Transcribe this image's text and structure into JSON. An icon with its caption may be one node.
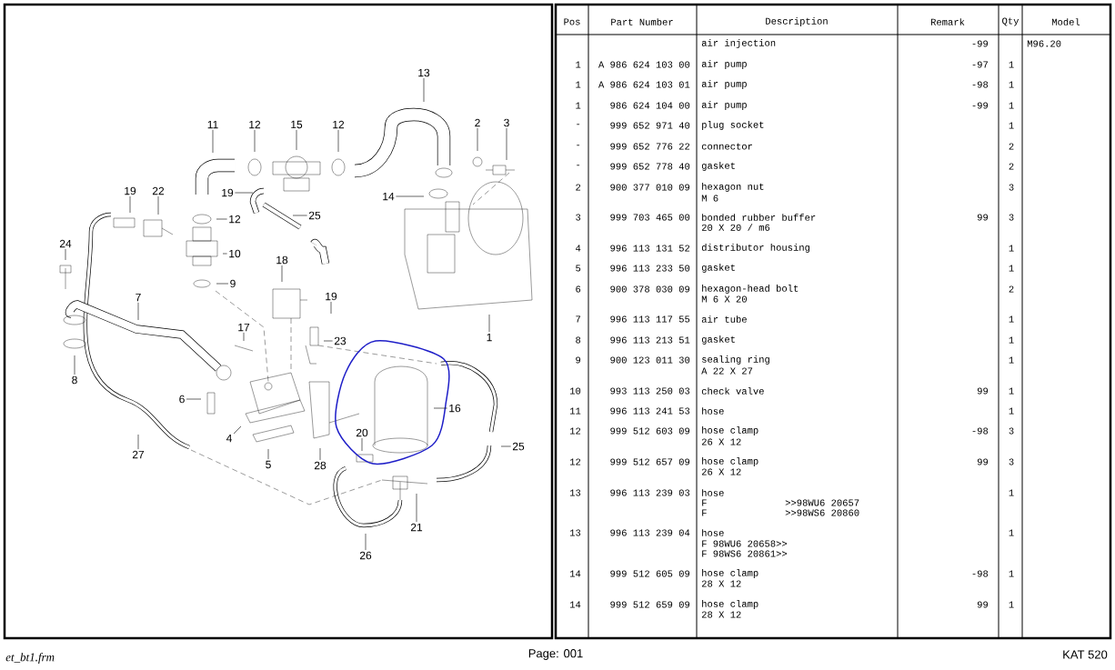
{
  "diagram": {
    "nodes": [
      {
        "text": [
          "11"
        ]
      },
      {
        "text": [
          "12"
        ]
      },
      {
        "text": [
          "15"
        ]
      },
      {
        "text": [
          "12"
        ]
      },
      {
        "text": [
          "13"
        ]
      },
      {
        "text": [
          "2"
        ]
      },
      {
        "text": [
          "3"
        ]
      },
      {
        "text": [
          "19"
        ]
      },
      {
        "text": [
          "22"
        ]
      },
      {
        "text": [
          "19"
        ]
      },
      {
        "text": [
          "12"
        ]
      },
      {
        "text": [
          "25"
        ]
      },
      {
        "text": [
          "14"
        ]
      },
      {
        "text": [
          "10"
        ]
      },
      {
        "text": [
          "24"
        ]
      },
      {
        "text": [
          "9"
        ]
      },
      {
        "text": [
          "18"
        ]
      },
      {
        "text": [
          "19"
        ]
      },
      {
        "text": [
          "7"
        ]
      },
      {
        "text": [
          "17"
        ]
      },
      {
        "text": [
          "23"
        ]
      },
      {
        "text": [
          "1"
        ]
      },
      {
        "text": [
          "8"
        ]
      },
      {
        "text": [
          "6"
        ]
      },
      {
        "text": [
          "16"
        ]
      },
      {
        "text": [
          "4"
        ]
      },
      {
        "text": [
          "25"
        ]
      },
      {
        "text": [
          "20"
        ]
      },
      {
        "text": [
          "27"
        ]
      },
      {
        "text": [
          "5"
        ]
      },
      {
        "text": [
          "28"
        ]
      },
      {
        "text": [
          "21"
        ]
      },
      {
        "text": [
          "26"
        ]
      }
    ],
    "edges": [
      {
        "from": 0,
        "to": null,
        "arrow": "none"
      },
      {
        "from": 1,
        "to": null,
        "arrow": "none"
      },
      {
        "from": 2,
        "to": null,
        "arrow": "none"
      },
      {
        "from": 3,
        "to": null,
        "arrow": "none"
      },
      {
        "from": 4,
        "to": null,
        "arrow": "none"
      },
      {
        "from": 5,
        "to": null,
        "arrow": "none"
      },
      {
        "from": 6,
        "to": null,
        "arrow": "none"
      },
      {
        "from": 7,
        "to": null,
        "arrow": "none"
      },
      {
        "from": 8,
        "to": null,
        "arrow": "none"
      },
      {
        "from": 9,
        "to": null,
        "arrow": "none"
      },
      {
        "from": 10,
        "to": null,
        "arrow": "none"
      },
      {
        "from": 11,
        "to": null,
        "arrow": "none"
      },
      {
        "from": 12,
        "to": null,
        "arrow": "none"
      },
      {
        "from": 13,
        "to": null,
        "arrow": "none"
      },
      {
        "from": 14,
        "to": null,
        "arrow": "none"
      },
      {
        "from": 15,
        "to": null,
        "arrow": "none"
      },
      {
        "from": 16,
        "to": null,
        "arrow": "none"
      },
      {
        "from": 17,
        "to": null,
        "arrow": "none"
      },
      {
        "from": 18,
        "to": null,
        "arrow": "none"
      },
      {
        "from": 19,
        "to": null,
        "arrow": "none"
      },
      {
        "from": 20,
        "to": null,
        "arrow": "none"
      },
      {
        "from": 21,
        "to": null,
        "arrow": "none"
      },
      {
        "from": 22,
        "to": null,
        "arrow": "none"
      },
      {
        "from": 23,
        "to": null,
        "arrow": "none"
      },
      {
        "from": 24,
        "to": null,
        "arrow": "none"
      },
      {
        "from": 25,
        "to": null,
        "arrow": "none"
      },
      {
        "from": 26,
        "to": null,
        "arrow": "none"
      },
      {
        "from": 27,
        "to": null,
        "arrow": "none"
      },
      {
        "from": 28,
        "to": null,
        "arrow": "none"
      },
      {
        "from": 29,
        "to": null,
        "arrow": "none"
      },
      {
        "from": 30,
        "to": null,
        "arrow": "none"
      },
      {
        "from": 31,
        "to": null,
        "arrow": "none"
      },
      {
        "from": 32,
        "to": null,
        "arrow": "none"
      }
    ],
    "labels": [
      "Pos",
      "Part Number",
      "Description",
      "Remark",
      "Qty",
      "Model",
      "air injection",
      "-99",
      "M96.20",
      "1",
      "A 986 624 103 00",
      "air pump",
      "-97",
      "1",
      "1",
      "A 986 624 103 01",
      "air pump",
      "-98",
      "1",
      "1",
      "986 624 104 00",
      "air pump",
      "-99",
      "1",
      "-",
      "999 652 971 40",
      "plug socket",
      "1",
      "-",
      "999 652 776 22",
      "connector",
      "2",
      "-",
      "999 652 778 40",
      "gasket",
      "2",
      "2",
      "900 377 010 09",
      "hexagon nut",
      "3",
      "M 6",
      "3",
      "999 703 465 00",
      "bonded rubber buffer",
      "99",
      "3",
      "20 X 20 / m6",
      "4",
      "996 113 131 52",
      "distributor housing",
      "1",
      "5",
      "996 113 233 50",
      "gasket",
      "1",
      "6",
      "900 378 030 09",
      "hexagon-head bolt",
      "2",
      "M 6 X 20",
      "7",
      "996 113 117 55",
      "air tube",
      "1",
      "8",
      "996 113 213 51",
      "gasket",
      "1",
      "9",
      "900 123 011 30",
      "sealing ring",
      "1",
      "A 22 X 27",
      "10",
      "993 113 250 03",
      "check valve",
      "99",
      "1",
      "11",
      "996 113 241 53",
      "hose",
      "1",
      "12",
      "999 512 603 09",
      "hose clamp",
      "-98",
      "3",
      "26 X 12",
      "12",
      "999 512 657 09",
      "hose clamp",
      "99",
      "3",
      "26 X 12",
      "13",
      "996 113 239 03",
      "hose",
      "1",
      "F",
      ">>98WU6 20657",
      "F",
      ">>98WS6 20860",
      "13",
      "996 113 239 04",
      "hose",
      "1",
      "F 98WU6 20658>>",
      "F 98WS6 20861>>",
      "14",
      "999 512 605 09",
      "hose clamp",
      "-98",
      "1",
      "28 X 12",
      "14",
      "999 512 659 09",
      "hose clamp",
      "99",
      "1",
      "28 X 12",
      "et_bt1.frm",
      "Page: 001",
      "KAT 520"
    ]
  }
}
